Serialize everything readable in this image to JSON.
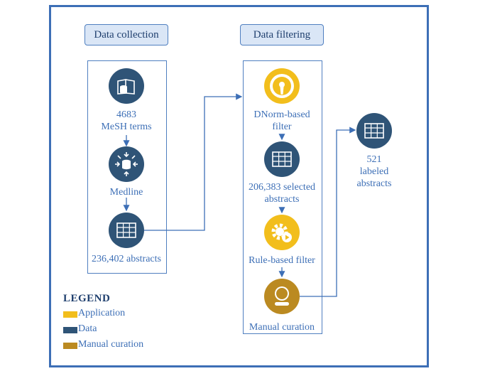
{
  "columns": {
    "collection": {
      "title": "Data collection"
    },
    "filtering": {
      "title": "Data filtering"
    }
  },
  "nodes": {
    "mesh": {
      "label": "4683\nMeSH terms",
      "icon": "book-database-icon"
    },
    "medline": {
      "label": "Medline",
      "icon": "database-collect-icon"
    },
    "abstracts": {
      "label": "236,402 abstracts",
      "icon": "table-icon"
    },
    "dnorm": {
      "label": "DNorm-based\nfilter",
      "icon": "filter-ring-icon"
    },
    "selected": {
      "label": "206,383 selected\nabstracts",
      "icon": "table-icon"
    },
    "rule": {
      "label": "Rule-based filter",
      "icon": "gear-play-icon"
    },
    "manual": {
      "label": "Manual curation",
      "icon": "person-icon"
    },
    "labeled": {
      "label": "521\nlabeled\nabstracts",
      "icon": "table-icon"
    }
  },
  "legend": {
    "title": "LEGEND",
    "items": [
      {
        "label": "Application",
        "color": "#f2be1c"
      },
      {
        "label": "Data",
        "color": "#2f5477"
      },
      {
        "label": "Manual curation",
        "color": "#bb8a21"
      }
    ]
  },
  "colors": {
    "border": "#3d6fb6",
    "data": "#2f5477",
    "application": "#f2be1c",
    "manual": "#bb8a21",
    "header_bg": "#dae6f6"
  }
}
